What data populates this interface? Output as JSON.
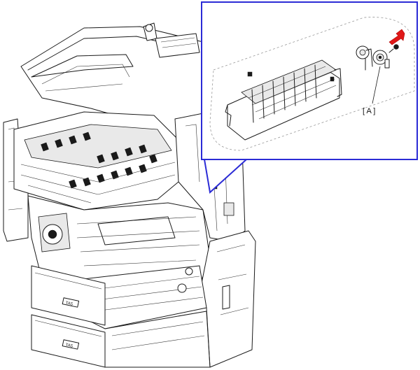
{
  "figure": {
    "callout_label": "[ A ]",
    "tray_label_upper": "TA5",
    "tray_label_lower": "TA5",
    "colors": {
      "line": "#1a1a1a",
      "detail_frame": "#2b2bd6",
      "arrow": "#e01818",
      "background": "#ffffff"
    },
    "icons": [
      "red-arrow-icon",
      "gear-icon"
    ]
  }
}
